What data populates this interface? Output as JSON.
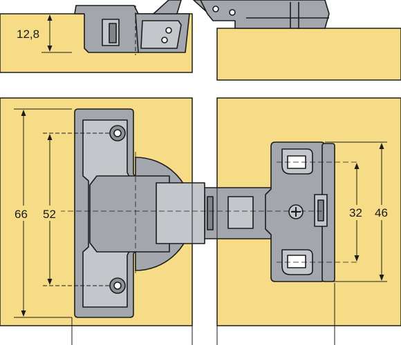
{
  "dimensions": {
    "cup_depth": "12,8",
    "plate_length_outer": "66",
    "plate_hole_spacing": "52",
    "base_hole_spacing": "32",
    "base_length": "46"
  },
  "colors": {
    "wood": "#f6dc86",
    "metal": "#a3a7ad",
    "metal_light": "#c3c6cb",
    "metal_dark": "#7f848a",
    "outline": "#1b1b1b"
  }
}
